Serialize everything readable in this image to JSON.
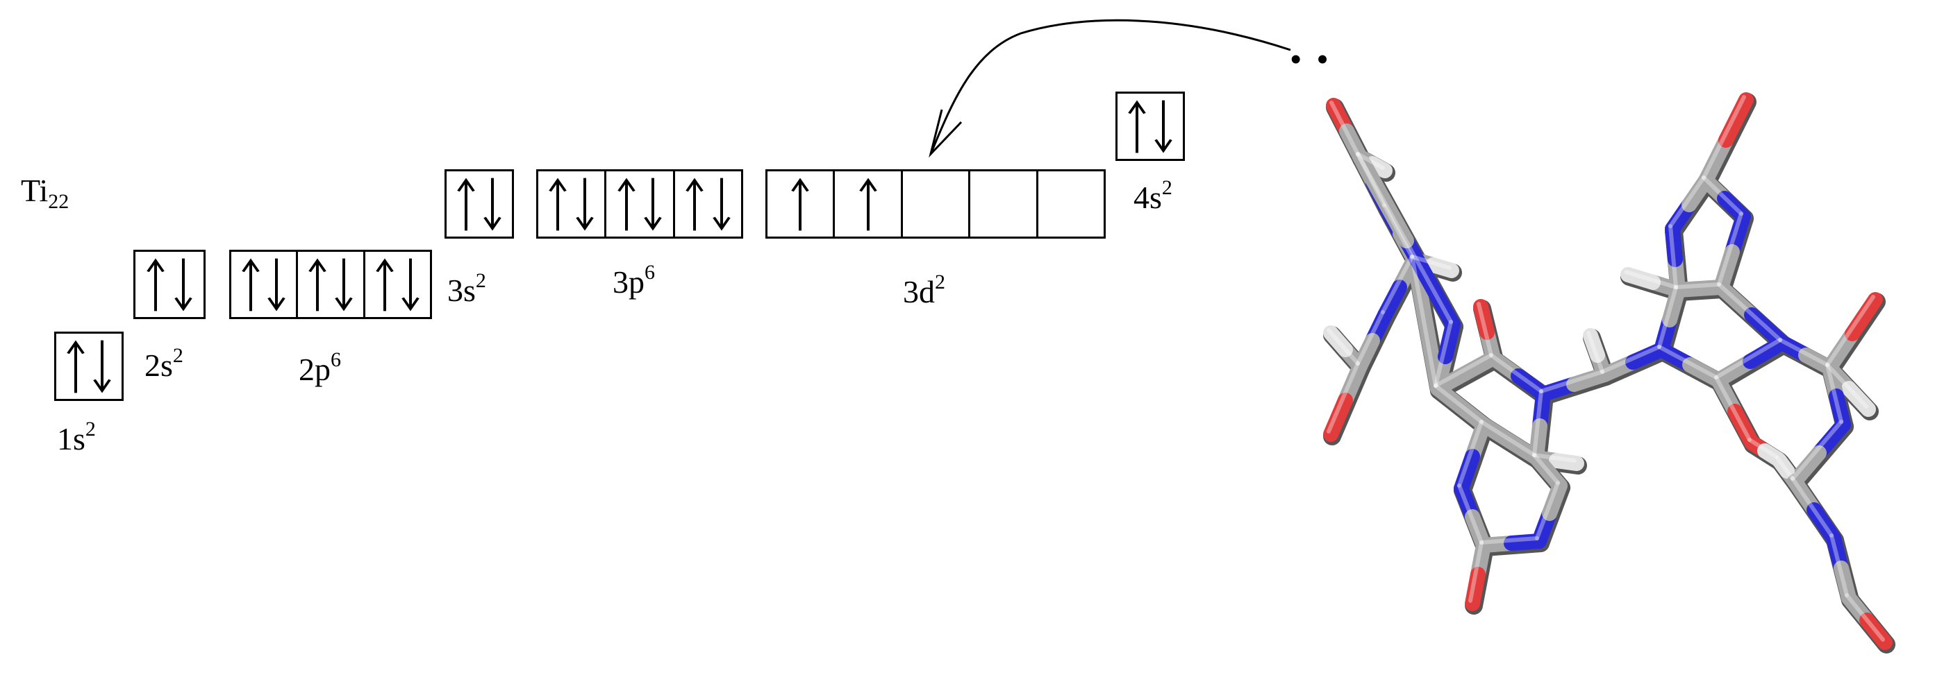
{
  "element": {
    "symbol": "Ti",
    "number": "22"
  },
  "lone_pair_symbol": "• •",
  "orbitals": [
    {
      "id": "1s",
      "label": "1s",
      "exp": "2",
      "boxes": [
        "up-down"
      ]
    },
    {
      "id": "2s",
      "label": "2s",
      "exp": "2",
      "boxes": [
        "up-down"
      ]
    },
    {
      "id": "2p",
      "label": "2p",
      "exp": "6",
      "boxes": [
        "up-down",
        "up-down",
        "up-down"
      ]
    },
    {
      "id": "3s",
      "label": "3s",
      "exp": "2",
      "boxes": [
        "up-down"
      ]
    },
    {
      "id": "3p",
      "label": "3p",
      "exp": "6",
      "boxes": [
        "up-down",
        "up-down",
        "up-down"
      ]
    },
    {
      "id": "3d",
      "label": "3d",
      "exp": "2",
      "boxes": [
        "up",
        "up",
        "empty",
        "empty",
        "empty"
      ]
    },
    {
      "id": "4s",
      "label": "4s",
      "exp": "2",
      "boxes": [
        "up-down"
      ]
    }
  ],
  "ligand_model": {
    "style": "stick",
    "atom_colors": {
      "carbon": "#a7a7a7",
      "nitrogen": "#2b2bd6",
      "oxygen": "#e23b3b",
      "hydrogen": "#e2e2e2"
    }
  }
}
